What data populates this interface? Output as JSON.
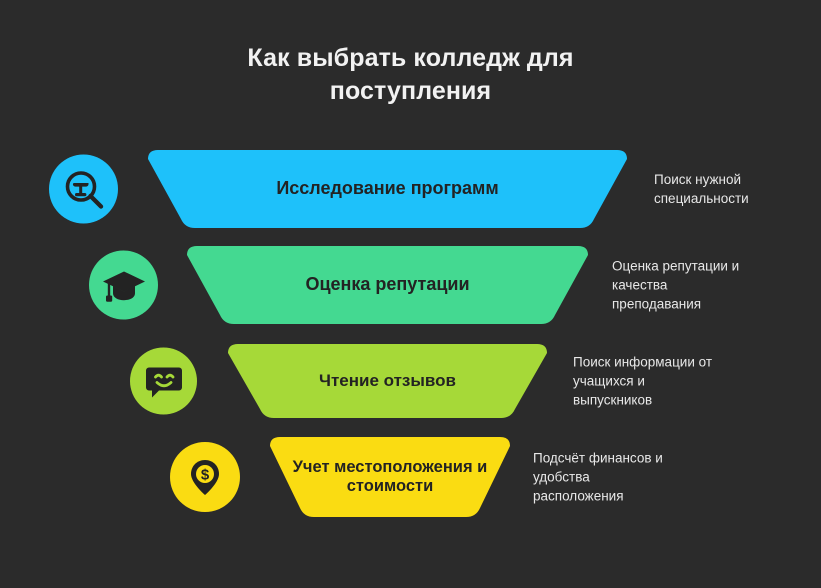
{
  "page": {
    "title": "Как выбрать колледж для поступления",
    "background_color": "#2b2b2b",
    "title_color": "#f2f2f2",
    "caption_color": "#e8e8e8",
    "funnel_text_color": "#232323"
  },
  "steps": [
    {
      "label": "Исследование программ",
      "color": "#1ec1fa",
      "icon": "magnifier-lectern-icon",
      "caption_lines": [
        "Поиск нужной",
        "специальности"
      ]
    },
    {
      "label": "Оценка репутации",
      "color": "#44d991",
      "icon": "graduation-cap-icon",
      "caption_lines": [
        "Оценка репутации и",
        "качества",
        "преподавания"
      ]
    },
    {
      "label": "Чтение отзывов",
      "color": "#a6d938",
      "icon": "smiling-speech-bubble-icon",
      "caption_lines": [
        "Поиск информации от",
        "учащихся и",
        "выпускников"
      ]
    },
    {
      "label": "Учет местоположения и стоимости",
      "color": "#fadc12",
      "icon": "map-pin-dollar-icon",
      "caption_lines": [
        "Подсчёт финансов и",
        "удобства",
        "расположения"
      ]
    }
  ]
}
